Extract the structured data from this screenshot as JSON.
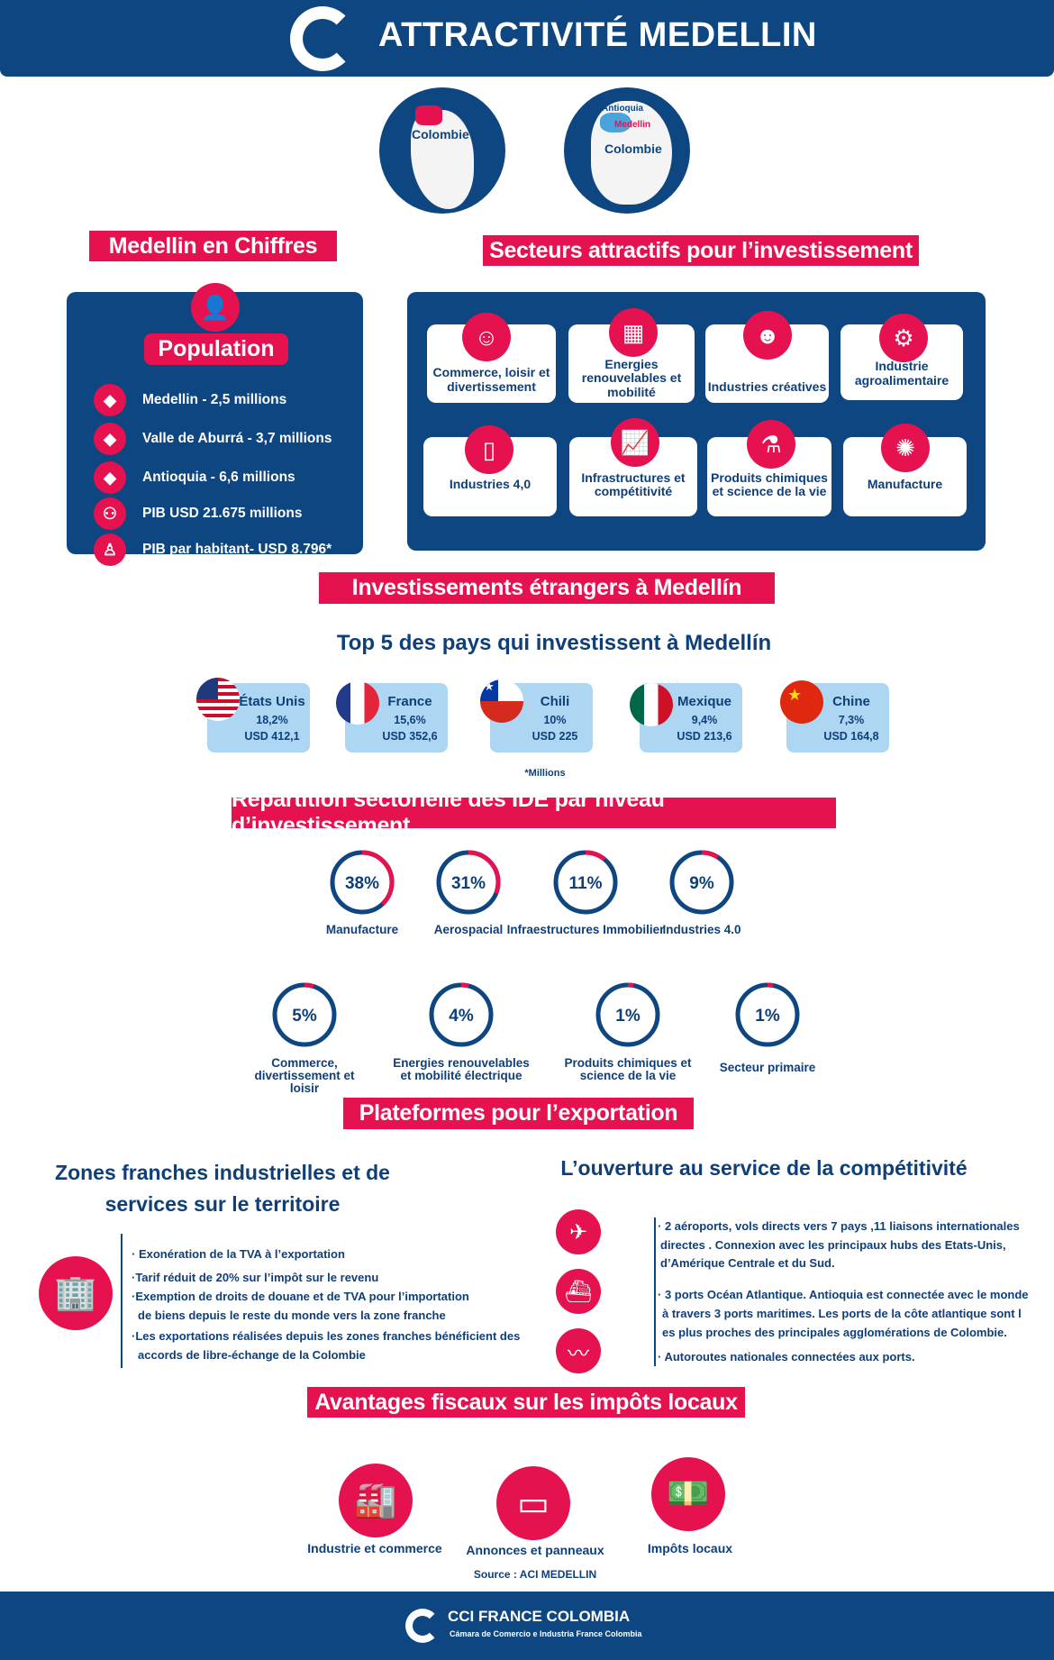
{
  "header": {
    "title": "ATTRACTIVITÉ MEDELLIN"
  },
  "maps": {
    "map1_label": "Colombie",
    "map2_label": "Colombie",
    "antioquia": "Antioquia",
    "medellin": "Medellin"
  },
  "chiffres": {
    "title": "Medellin en Chiffres",
    "population_label": "Population",
    "rows": [
      "Medellin - 2,5 millions",
      "Valle de Aburrá - 3,7 millions",
      "Antioquia - 6,6  millions",
      "PIB USD 21.675 millions",
      "PIB par habitant- USD 8.796*"
    ]
  },
  "secteurs": {
    "title": "Secteurs attractifs pour l’investissement",
    "items": [
      "Commerce, loisir et divertissement",
      "Energies renouvelables et mobilité",
      "Industries créatives",
      "Industrie agroalimentaire",
      "Industries 4,0",
      "Infrastructures et compétitivité",
      "Produits chimiques et science de la vie",
      "Manufacture"
    ]
  },
  "investissements": {
    "title": "Investissements étrangers à Medellín",
    "subtitle": "Top 5 des pays qui investissent à Medellín",
    "note": "*Millions",
    "countries": [
      {
        "name": "États Unis",
        "pct": "18,2%",
        "usd": "USD 412,1"
      },
      {
        "name": "France",
        "pct": "15,6%",
        "usd": "USD 352,6"
      },
      {
        "name": "Chili",
        "pct": "10%",
        "usd": "USD 225"
      },
      {
        "name": "Mexique",
        "pct": "9,4%",
        "usd": "USD  213,6"
      },
      {
        "name": "Chine",
        "pct": "7,3%",
        "usd": "USD 164,8"
      }
    ]
  },
  "chart_data": {
    "type": "pie",
    "title": "Répartition sectorielle des IDE par niveau d’investissement",
    "categories": [
      "Manufacture",
      "Aerospacial",
      "Infraestructures Immobilier",
      "Industries 4.0",
      "Commerce, divertissement et loisir",
      "Energies renouvelables et mobilité électrique",
      "Produits chimiques et science de la vie",
      "Secteur primaire"
    ],
    "values": [
      38,
      31,
      11,
      9,
      5,
      4,
      1,
      1
    ],
    "labels": [
      "38%",
      "31%",
      "11%",
      "9%",
      "5%",
      "4%",
      "1%",
      "1%"
    ]
  },
  "plateformes": {
    "title": "Plateformes pour l’exportation",
    "left_title_1": "Zones franches industrielles et de",
    "left_title_2": "services sur le territoire",
    "left_bullets": [
      "· Exonération de la TVA à l’exportation",
      "·Tarif réduit de 20% sur l’impôt sur le revenu",
      "·Exemption de droits de douane et de TVA pour l’importation",
      "de biens depuis le reste du monde vers la zone franche",
      "·Les exportations réalisées depuis les zones franches bénéficient des",
      "accords de libre-échange de la Colombie"
    ],
    "right_title": "L’ouverture au service de la compétitivité",
    "right_bullets": [
      "· 2 aéroports, vols directs vers 7 pays ,11 liaisons internationales",
      "directes . Connexion avec les principaux hubs des Etats-Unis,",
      "d’Amérique Centrale et du Sud.",
      "· 3 ports Océan Atlantique. Antioquia est connectée avec le monde",
      "à travers 3 ports maritimes.  Les ports de la côte atlantique sont l",
      "es plus proches des principales agglomérations de Colombie.",
      "· Autoroutes nationales connectées aux ports."
    ]
  },
  "avantages": {
    "title": "Avantages fiscaux sur les impôts locaux",
    "items": [
      "Industrie et commerce",
      "Annonces et panneaux",
      "Impôts locaux"
    ],
    "source": "Source : ACI MEDELLIN"
  },
  "footer": {
    "brand": "CCI FRANCE COLOMBIA",
    "tagline": "Cámara de Comercio e Industria France Colombia"
  },
  "colors": {
    "navy": "#0d4680",
    "red": "#e5124f",
    "lightblue": "#acd6f2"
  }
}
